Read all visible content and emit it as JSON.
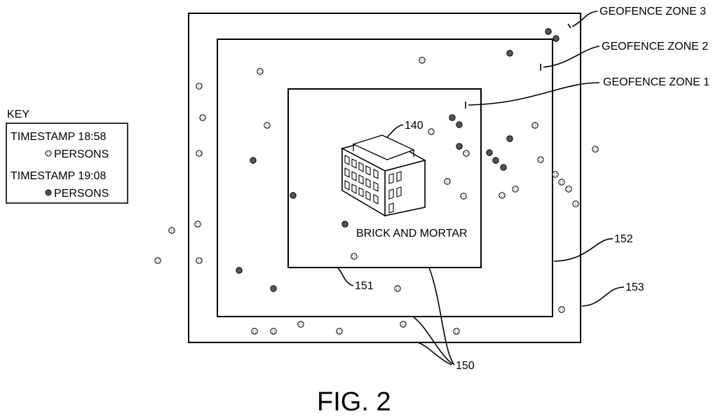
{
  "figure_label": "FIG. 2",
  "key": {
    "title": "KEY",
    "entries": [
      {
        "timestamp": "TIMESTAMP 18:58",
        "marker_label": "PERSONS",
        "marker": "light-dot"
      },
      {
        "timestamp": "TIMESTAMP 19:08",
        "marker_label": "PERSONS",
        "marker": "dark-dot"
      }
    ]
  },
  "zones": {
    "zone1_label": "GEOFENCE ZONE 1",
    "zone2_label": "GEOFENCE ZONE 2",
    "zone3_label": "GEOFENCE ZONE 3"
  },
  "building": {
    "label": "BRICK AND MORTAR",
    "ref": "140",
    "icon": "building-icon"
  },
  "refs": {
    "r151": "151",
    "r152": "152",
    "r153": "153",
    "r150": "150"
  },
  "colors": {
    "light_dot_fill": "#ffffff",
    "dark_dot_fill": "#555555",
    "stroke": "#000000"
  }
}
